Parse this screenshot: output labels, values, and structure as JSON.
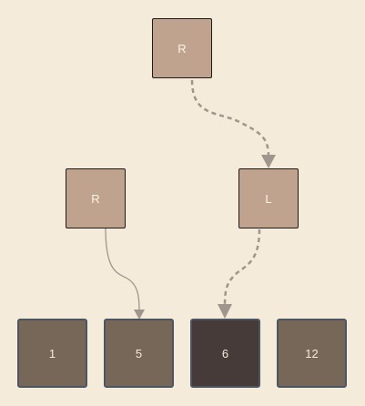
{
  "tree": {
    "ops": [
      {
        "id": "top",
        "label": "R"
      },
      {
        "id": "left",
        "label": "R"
      },
      {
        "id": "right",
        "label": "L"
      }
    ],
    "leaves": [
      {
        "label": "1",
        "active": false
      },
      {
        "label": "5",
        "active": false
      },
      {
        "label": "6",
        "active": true
      },
      {
        "label": "12",
        "active": false
      }
    ]
  },
  "colors": {
    "background": "#f4ebda",
    "op_fill": "#bfa38e",
    "leaf_fill": "#776758",
    "leaf_active_fill": "#463b39",
    "link": "#a0968d"
  }
}
